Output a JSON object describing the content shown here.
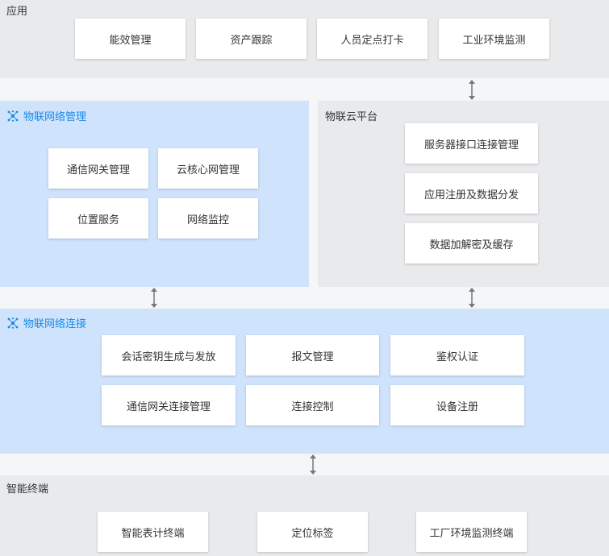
{
  "colors": {
    "page_bg": "#f5f6f8",
    "gray_panel": "#e9eaec",
    "blue_panel": "#cfe3fd",
    "title_blue": "#1a8ae6",
    "arrow": "#777777"
  },
  "app_layer": {
    "title": "应用",
    "items": [
      "能效管理",
      "资产跟踪",
      "人员定点打卡",
      "工业环境监测"
    ]
  },
  "network_mgmt": {
    "icon": "network-nodes-icon",
    "title": "物联网络管理",
    "items": [
      "通信网关管理",
      "云核心网管理",
      "位置服务",
      "网络监控"
    ]
  },
  "cloud_platform": {
    "title": "物联云平台",
    "items": [
      "服务器接口连接管理",
      "应用注册及数据分发",
      "数据加解密及缓存"
    ]
  },
  "network_conn": {
    "icon": "network-nodes-icon",
    "title": "物联网络连接",
    "items": [
      "会话密钥生成与发放",
      "报文管理",
      "鉴权认证",
      "通信网关连接管理",
      "连接控制",
      "设备注册"
    ]
  },
  "terminal_layer": {
    "title": "智能终端",
    "items": [
      "智能表计终端",
      "定位标签",
      "工厂环境监测终端"
    ]
  }
}
